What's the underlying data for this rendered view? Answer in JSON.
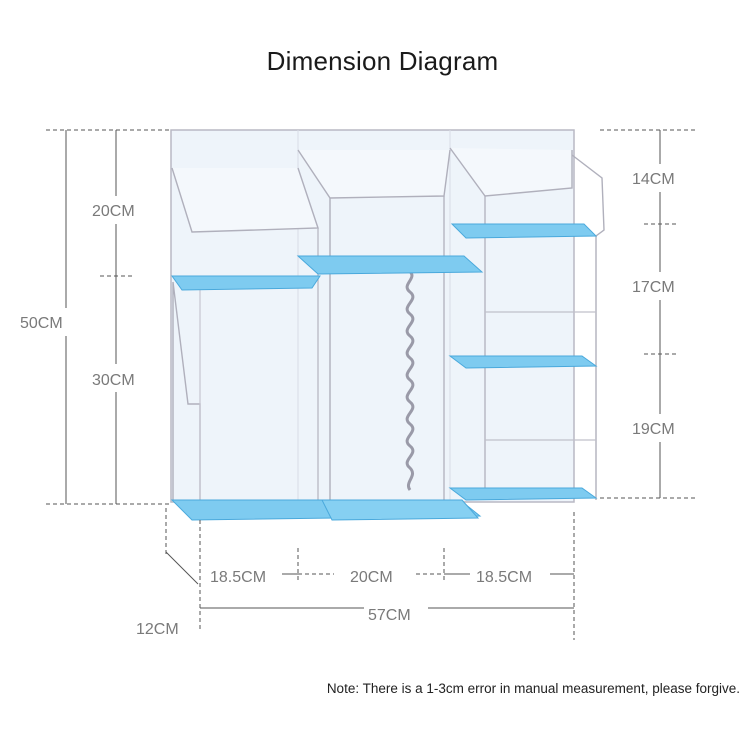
{
  "title": "Dimension Diagram",
  "dimensions": {
    "total_height": "50CM",
    "left_top": "20CM",
    "left_bottom": "30CM",
    "right_top": "14CM",
    "right_middle": "17CM",
    "right_bottom": "19CM",
    "width_left": "18.5CM",
    "width_middle": "20CM",
    "width_right": "18.5CM",
    "total_width": "57CM",
    "depth": "12CM"
  },
  "note": "Note: There is a 1-3cm error in manual measurement, please forgive.",
  "colors": {
    "shelf": "#7ecbf0",
    "shelf_edge": "#4aa9dc",
    "frame": "#a9a9b6",
    "body_fill": "#eef4fa",
    "dim_line": "#555555"
  }
}
